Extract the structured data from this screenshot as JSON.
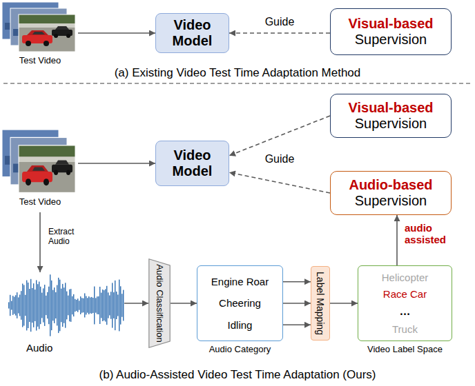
{
  "diagram": {
    "nodes": [
      {
        "text": [
          "Test Video"
        ]
      },
      {
        "text": [
          "Video Model"
        ]
      },
      {
        "text": [
          "Visual-based",
          "Supervision"
        ]
      },
      {
        "text": [
          "Test Video"
        ]
      },
      {
        "text": [
          "Video Model"
        ]
      },
      {
        "text": [
          "Visual-based",
          "Supervision"
        ]
      },
      {
        "text": [
          "Audio-based",
          "Supervision"
        ]
      },
      {
        "text": [
          "Audio"
        ]
      },
      {
        "text": [
          "Audio Classification"
        ]
      },
      {
        "text": [
          "Engine Roar",
          "Cheering",
          "Idling",
          "Audio Category"
        ]
      },
      {
        "text": [
          "Label Mapping"
        ]
      },
      {
        "text": [
          "Helicopter",
          "Race Car",
          "…",
          "Truck",
          "Video Label Space"
        ]
      }
    ],
    "edges": [
      {
        "from": 0,
        "to": 1,
        "arrow": "to"
      },
      {
        "from": 2,
        "to": 1,
        "arrow": "to",
        "label": "Guide"
      },
      {
        "from": 3,
        "to": 4,
        "arrow": "to"
      },
      {
        "from": 5,
        "to": 4,
        "arrow": "to",
        "label": "Guide"
      },
      {
        "from": 6,
        "to": 4,
        "arrow": "to"
      },
      {
        "from": 3,
        "to": 7,
        "arrow": "to",
        "label": "Extract Audio"
      },
      {
        "from": 7,
        "to": 8,
        "arrow": "to"
      },
      {
        "from": 8,
        "to": 9,
        "arrow": "to"
      },
      {
        "from": 9,
        "to": 10,
        "arrow": "to"
      },
      {
        "from": 9,
        "to": 10,
        "arrow": "to"
      },
      {
        "from": 9,
        "to": 10,
        "arrow": "to"
      },
      {
        "from": 10,
        "to": 11,
        "arrow": "to"
      },
      {
        "from": 11,
        "to": 6,
        "arrow": "to",
        "label": "audio assisted"
      }
    ],
    "labels": [
      "(a) Existing Video Test Time Adaptation Method",
      "(b) Audio-Assisted Video Test Time Adaptation (Ours)"
    ]
  }
}
